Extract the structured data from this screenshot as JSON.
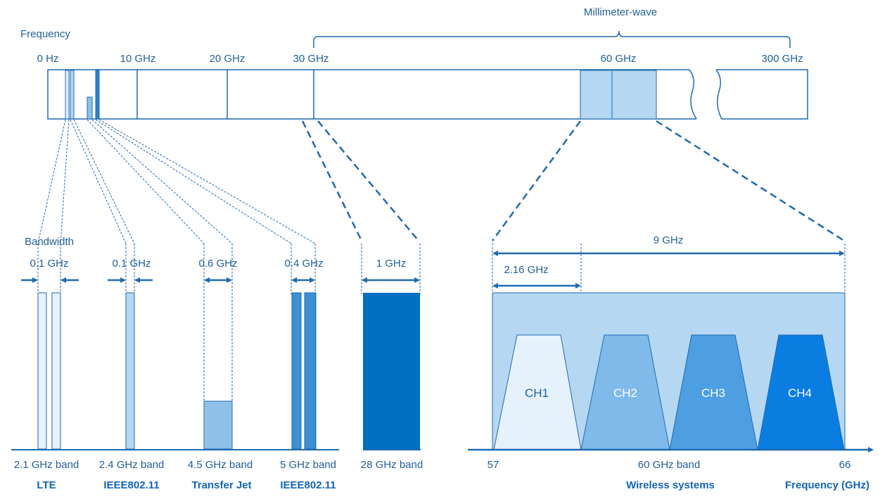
{
  "top": {
    "frequency_label": "Frequency",
    "millimeter_wave_label": "Millimeter-wave",
    "ticks": [
      "0 Hz",
      "10 GHz",
      "20 GHz",
      "30 GHz",
      "60 GHz",
      "300 GHz"
    ]
  },
  "bandwidth_label": "Bandwidth",
  "bands": [
    {
      "bandwidth": "0.1 GHz",
      "band": "2.1 GHz band",
      "system": "LTE"
    },
    {
      "bandwidth": "0.1 GHz",
      "band": "2.4 GHz band",
      "system": "IEEE802.11"
    },
    {
      "bandwidth": "0.6 GHz",
      "band": "4.5 GHz band",
      "system": "Transfer Jet"
    },
    {
      "bandwidth": "0.4 GHz",
      "band": "5 GHz band",
      "system": "IEEE802.11"
    },
    {
      "bandwidth": "1 GHz",
      "band": "28 GHz band",
      "system": ""
    }
  ],
  "mmwave": {
    "total_bandwidth": "9 GHz",
    "channel_bandwidth": "2.16 GHz",
    "start": "57",
    "end": "66",
    "band_label": "60 GHz band",
    "system": "Wireless systems",
    "axis_label": "Frequency (GHz)",
    "channels": [
      {
        "label": "CH1",
        "color": "#e6f2fb"
      },
      {
        "label": "CH2",
        "color": "#7fbaea"
      },
      {
        "label": "CH3",
        "color": "#4d9fe2"
      },
      {
        "label": "CH4",
        "color": "#0a7de0"
      }
    ]
  },
  "colors": {
    "primary": "#1f6ab0",
    "band_light": "#b5d7f2",
    "band_28": "#0070c0"
  }
}
